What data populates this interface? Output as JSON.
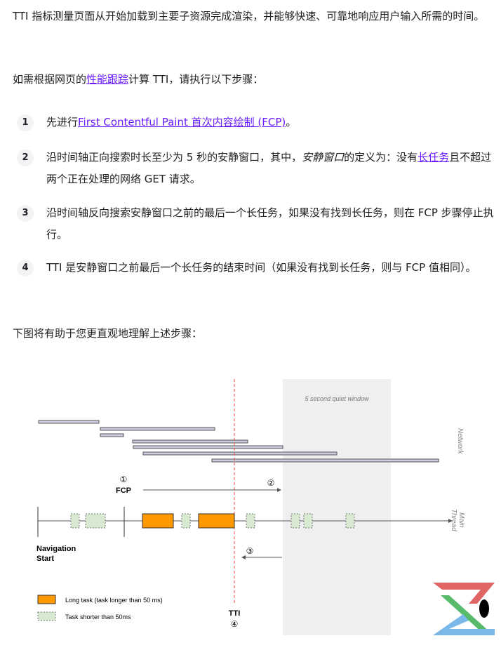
{
  "intro": "TTI 指标测量页面从开始加载到主要子资源完成渲染，并能够快速、可靠地响应用户输入所需的时间。",
  "para2": {
    "pre": "如需根据网页的",
    "link": "性能跟踪",
    "post": "计算 TTI，请执行以下步骤："
  },
  "steps": [
    {
      "num": "1",
      "pre": "先进行",
      "link": "First Contentful Paint 首次内容绘制 (FCP)",
      "post": "。"
    },
    {
      "num": "2",
      "pre": "沿时间轴正向搜索时长至少为 5 秒的安静窗口，其中，",
      "em": "安静窗口",
      "mid": "的定义为：没有",
      "link": "长任务",
      "post": "且不超过两个正在处理的网络 GET 请求。"
    },
    {
      "num": "3",
      "text": "沿时间轴反向搜索安静窗口之前的最后一个长任务，如果没有找到长任务，则在 FCP 步骤停止执行。"
    },
    {
      "num": "4",
      "text": "TTI 是安静窗口之前最后一个长任务的结束时间（如果没有找到长任务，则与 FCP 值相同）。"
    }
  ],
  "para3": "下图将有助于您更直观地理解上述步骤：",
  "diagram": {
    "quiet_window": "5 second quiet window",
    "network": "Network",
    "main_thread_1": "Main",
    "main_thread_2": "Thread",
    "nav_start_1": "Navigation",
    "nav_start_2": "Start",
    "fcp": "FCP",
    "step1": "①",
    "step2": "②",
    "step3": "③",
    "step4": "④",
    "tti": "TTI",
    "legend_long": "Long task (task longer than 50 ms)",
    "legend_short": "Task shorter than 50ms",
    "colors": {
      "long": "#ff9900",
      "short": "#d9ead3",
      "network": "#d0cde1",
      "quiet": "#efefef",
      "tti": "#ff4444"
    }
  }
}
